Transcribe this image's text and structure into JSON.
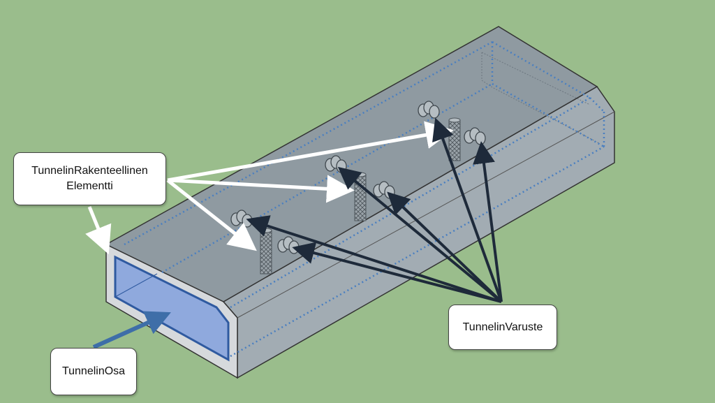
{
  "callouts": {
    "structural_element": {
      "line1": "TunnelinRakenteellinen",
      "line2": "Elementti"
    },
    "equipment": {
      "text": "TunnelinVaruste"
    },
    "tunnel_part": {
      "text": "TunnelinOsa"
    }
  },
  "colors": {
    "background": "#9abd8c",
    "tunnel_top": "#8f9aa1",
    "tunnel_side": "#a2acb3",
    "tunnel_end_face": "#d6d9dc",
    "tunnel_opening": "#8fa9dd",
    "dotted_line": "#4a7fc0",
    "white_arrow": "#ffffff",
    "dark_arrow": "#1e2a3a",
    "blue_arrow": "#3e6ea8"
  }
}
